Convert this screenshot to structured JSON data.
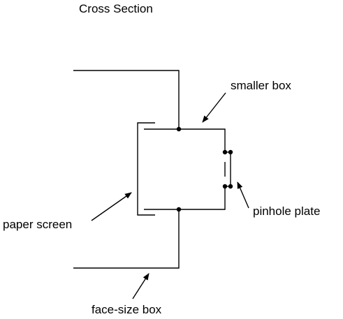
{
  "title": "Cross Section",
  "labels": {
    "smaller_box": "smaller box",
    "pinhole_plate": "pinhole plate",
    "paper_screen": "paper screen",
    "face_size_box": "face-size box"
  },
  "colors": {
    "background": "#ffffff",
    "ink": "#000000"
  }
}
